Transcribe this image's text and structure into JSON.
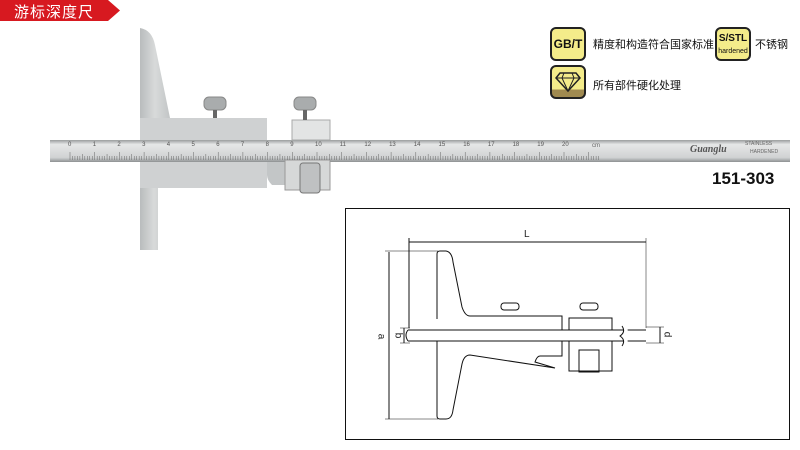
{
  "header": {
    "title": "游标深度尺"
  },
  "features": [
    {
      "icon": "gbt-standard-icon",
      "badge": "GB/T",
      "label": "精度和构造符合国家标准"
    },
    {
      "icon": "stainless-steel-icon",
      "badge": "S/STL",
      "badge_sub": "hardened",
      "label": "不锈钢"
    },
    {
      "icon": "diamond-hardened-icon",
      "label": "所有部件硬化处理"
    }
  ],
  "product": {
    "model": "151-303",
    "scale_labels": [
      "0",
      "1",
      "2",
      "3",
      "4",
      "5",
      "6",
      "7",
      "8",
      "9",
      "10",
      "11",
      "12",
      "13",
      "14",
      "15",
      "16",
      "17",
      "18",
      "19",
      "20"
    ],
    "scale_unit": "cm",
    "brand": "Guanglu",
    "material_line1": "STAINLESS",
    "material_line2": "HARDENED"
  },
  "diagram": {
    "dim_L": "L",
    "dim_a": "a",
    "dim_b": "b",
    "dim_d": "d"
  },
  "colors": {
    "banner": "#d71920",
    "badge": "#f4ec8a",
    "steel": "#c9cccd"
  }
}
